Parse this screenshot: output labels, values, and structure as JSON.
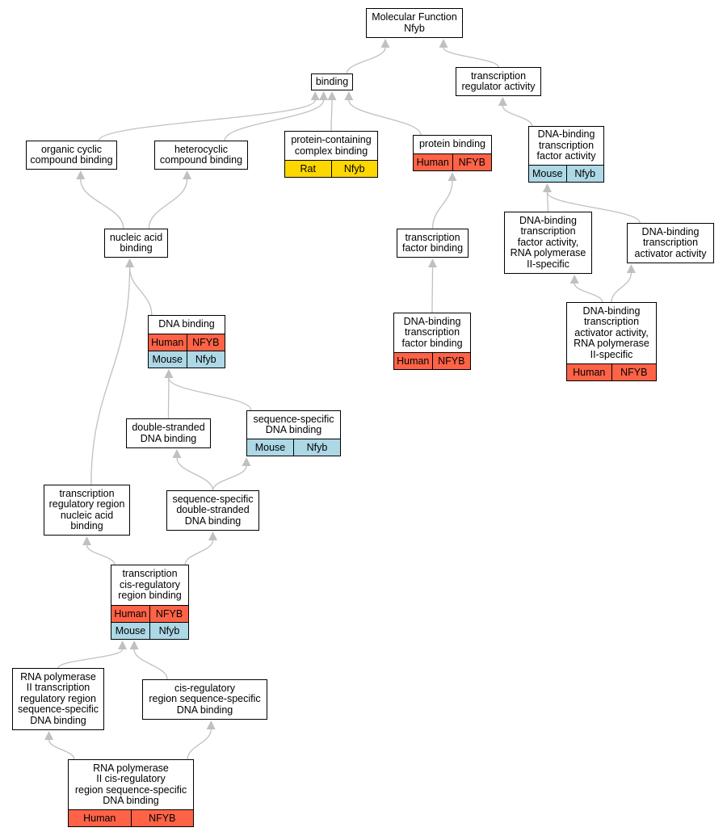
{
  "colors": {
    "human": "#ff6347",
    "mouse": "#add8e6",
    "rat": "#ffd700",
    "edge": "#c0c0c0",
    "border": "#000000"
  },
  "nodes": {
    "mf": {
      "label": "Molecular Function\nNfyb"
    },
    "bind": {
      "label": "binding"
    },
    "tra": {
      "label": "transcription\nregulator activity"
    },
    "ocb": {
      "label": "organic cyclic\ncompound binding"
    },
    "hcb": {
      "label": "heterocyclic\ncompound binding"
    },
    "pcc": {
      "label": "protein-containing\ncomplex binding",
      "rows": [
        {
          "species": "Rat",
          "gene": "Nfyb",
          "color": "rat"
        }
      ]
    },
    "pb": {
      "label": "protein binding",
      "rows": [
        {
          "species": "Human",
          "gene": "NFYB",
          "color": "human"
        }
      ]
    },
    "dtfa": {
      "label": "DNA-binding\ntranscription\nfactor activity",
      "rows": [
        {
          "species": "Mouse",
          "gene": "Nfyb",
          "color": "mouse"
        }
      ]
    },
    "nab": {
      "label": "nucleic acid\nbinding"
    },
    "tfb": {
      "label": "transcription\nfactor binding"
    },
    "dtfp": {
      "label": "DNA-binding\ntranscription\nfactor activity,\nRNA polymerase\nII-specific"
    },
    "dtaa": {
      "label": "DNA-binding\ntranscription\nactivator activity"
    },
    "dnab": {
      "label": "DNA binding",
      "rows": [
        {
          "species": "Human",
          "gene": "NFYB",
          "color": "human"
        },
        {
          "species": "Mouse",
          "gene": "Nfyb",
          "color": "mouse"
        }
      ]
    },
    "dtfb": {
      "label": "DNA-binding\ntranscription\nfactor binding",
      "rows": [
        {
          "species": "Human",
          "gene": "NFYB",
          "color": "human"
        }
      ]
    },
    "dtap": {
      "label": "DNA-binding\ntranscription\nactivator activity,\nRNA polymerase\nII-specific",
      "rows": [
        {
          "species": "Human",
          "gene": "NFYB",
          "color": "human"
        }
      ]
    },
    "dsdb": {
      "label": "double-stranded\nDNA binding"
    },
    "ssdb": {
      "label": "sequence-specific\nDNA binding",
      "rows": [
        {
          "species": "Mouse",
          "gene": "Nfyb",
          "color": "mouse"
        }
      ]
    },
    "trr": {
      "label": "transcription\nregulatory region\nnucleic acid\nbinding"
    },
    "ssds": {
      "label": "sequence-specific\ndouble-stranded\nDNA binding"
    },
    "tcrr": {
      "label": "transcription\ncis-regulatory\nregion binding",
      "rows": [
        {
          "species": "Human",
          "gene": "NFYB",
          "color": "human"
        },
        {
          "species": "Mouse",
          "gene": "Nfyb",
          "color": "mouse"
        }
      ]
    },
    "rp2": {
      "label": "RNA polymerase\nII transcription\nregulatory region\nsequence-specific\nDNA binding"
    },
    "crss": {
      "label": "cis-regulatory\nregion sequence-specific\nDNA binding"
    },
    "rp2c": {
      "label": "RNA polymerase\nII cis-regulatory\nregion sequence-specific\nDNA binding",
      "rows": [
        {
          "species": "Human",
          "gene": "NFYB",
          "color": "human"
        }
      ]
    }
  },
  "edges": [
    {
      "from": "bind",
      "to": "mf"
    },
    {
      "from": "tra",
      "to": "mf"
    },
    {
      "from": "ocb",
      "to": "bind"
    },
    {
      "from": "hcb",
      "to": "bind"
    },
    {
      "from": "pcc",
      "to": "bind"
    },
    {
      "from": "pb",
      "to": "bind"
    },
    {
      "from": "dtfa",
      "to": "tra"
    },
    {
      "from": "nab",
      "to": "ocb"
    },
    {
      "from": "nab",
      "to": "hcb"
    },
    {
      "from": "tfb",
      "to": "pb"
    },
    {
      "from": "dtfp",
      "to": "dtfa"
    },
    {
      "from": "dtaa",
      "to": "dtfa"
    },
    {
      "from": "dtap",
      "to": "dtfp"
    },
    {
      "from": "dtap",
      "to": "dtaa"
    },
    {
      "from": "dtfb",
      "to": "tfb"
    },
    {
      "from": "dnab",
      "to": "nab"
    },
    {
      "from": "trr",
      "to": "nab"
    },
    {
      "from": "dsdb",
      "to": "dnab"
    },
    {
      "from": "ssdb",
      "to": "dnab"
    },
    {
      "from": "ssds",
      "to": "dsdb"
    },
    {
      "from": "ssds",
      "to": "ssdb"
    },
    {
      "from": "tcrr",
      "to": "trr"
    },
    {
      "from": "tcrr",
      "to": "ssds"
    },
    {
      "from": "rp2",
      "to": "tcrr"
    },
    {
      "from": "crss",
      "to": "tcrr"
    },
    {
      "from": "rp2c",
      "to": "rp2"
    },
    {
      "from": "rp2c",
      "to": "crss"
    }
  ]
}
